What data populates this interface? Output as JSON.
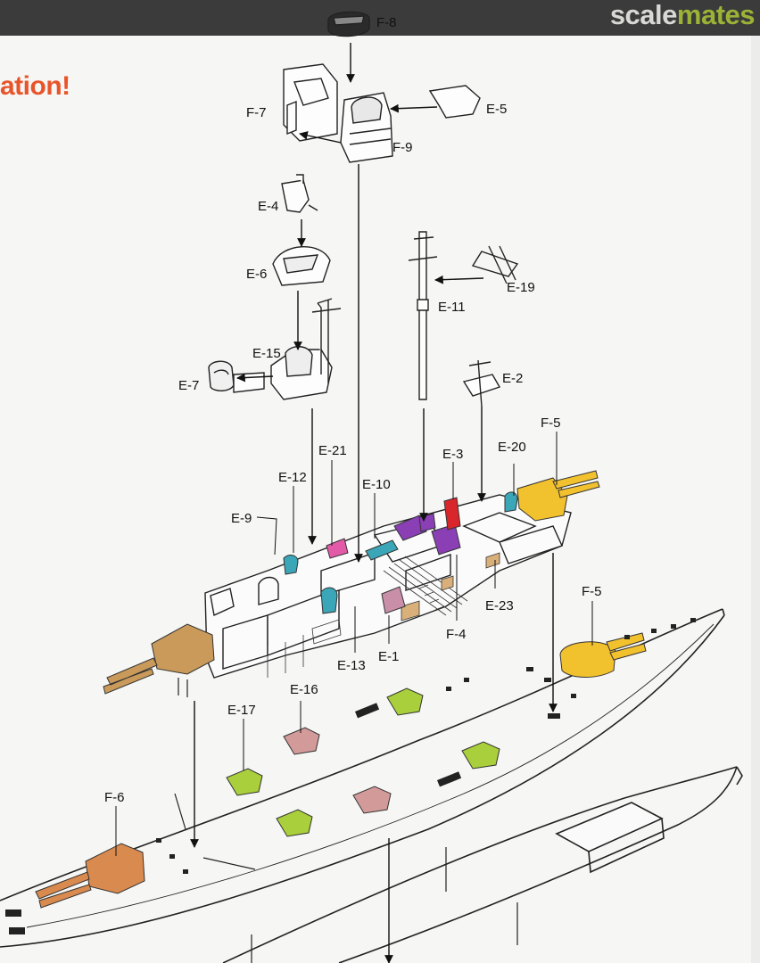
{
  "header": {
    "brand_part_a": "scale",
    "brand_part_b": "mates",
    "brand_color_a": "#d8d8d4",
    "brand_color_b": "#9cb236"
  },
  "instruction": {
    "heading_fragment": "ation!"
  },
  "part_labels": {
    "f8": "F-8",
    "f7": "F-7",
    "f9": "F-9",
    "e5": "E-5",
    "e4": "E-4",
    "e6": "E-6",
    "e15": "E-15",
    "e7": "E-7",
    "e19": "E-19",
    "e11": "E-11",
    "e2": "E-2",
    "e3": "E-3",
    "e20": "E-20",
    "f5a": "F-5",
    "e21": "E-21",
    "e12": "E-12",
    "e10": "E-10",
    "e9": "E-9",
    "e23": "E-23",
    "f4": "F-4",
    "e1": "E-1",
    "e13": "E-13",
    "f5b": "F-5",
    "e16": "E-16",
    "e17": "E-17",
    "f6": "F-6"
  },
  "highlight_colors": {
    "main_turret_yellow": "#f2c12e",
    "aft_turret_tan": "#c99a5a",
    "forward_turret_orange": "#d98a4e",
    "secondary_green": "#a9cf3c",
    "secondary_pink": "#d39a9a",
    "purple_parts": "#8a3fb5",
    "cyan_parts": "#3aa6b8",
    "red_part": "#d8262a",
    "pink_part": "#e35aa9",
    "mauve_part": "#c98fa8"
  }
}
